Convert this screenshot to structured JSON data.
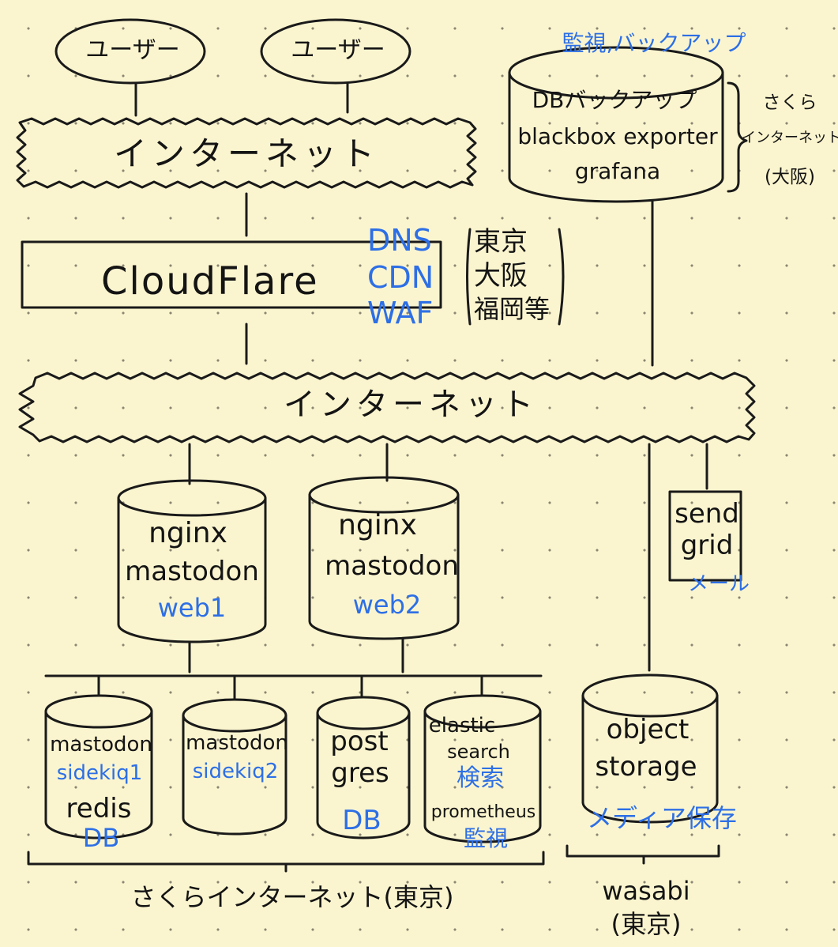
{
  "users": [
    "ユーザー",
    "ユーザー"
  ],
  "internet_top": "インターネット",
  "internet_mid": "インターネット",
  "monitor_server": {
    "title": "監視,バックアップ",
    "lines": [
      "DBバックアップ",
      "blackbox exporter",
      "grafana"
    ],
    "location": [
      "さくら",
      "インターネット",
      "(大阪)"
    ]
  },
  "cloudflare": {
    "name": "CloudFlare",
    "features": [
      "DNS",
      "CDN",
      "WAF"
    ],
    "locations": [
      "東京",
      "大阪",
      "福岡等"
    ]
  },
  "web_servers": [
    {
      "lines": [
        "nginx",
        "mastodon"
      ],
      "role": "web1"
    },
    {
      "lines": [
        "nginx",
        "mastodon"
      ],
      "role": "web2"
    }
  ],
  "sendgrid": {
    "lines": [
      "send",
      "grid"
    ],
    "role": "メール"
  },
  "backend": [
    {
      "line1": "mastodon",
      "blue": "sidekiq1",
      "line2": "redis",
      "role": "DB"
    },
    {
      "line1": "mastodon",
      "blue": "sidekiq2"
    },
    {
      "line1": "post",
      "line2": "gres",
      "role": "DB"
    },
    {
      "line1": "elastic",
      "line1b": "search",
      "blue": "検索",
      "line2": "prometheus",
      "role": "監視"
    }
  ],
  "object_storage": {
    "lines": [
      "object",
      "storage"
    ],
    "role": "メディア保存"
  },
  "bottom_labels": {
    "sakura_tokyo": "さくらインターネット(東京)",
    "wasabi": [
      "wasabi",
      "(東京)"
    ]
  }
}
